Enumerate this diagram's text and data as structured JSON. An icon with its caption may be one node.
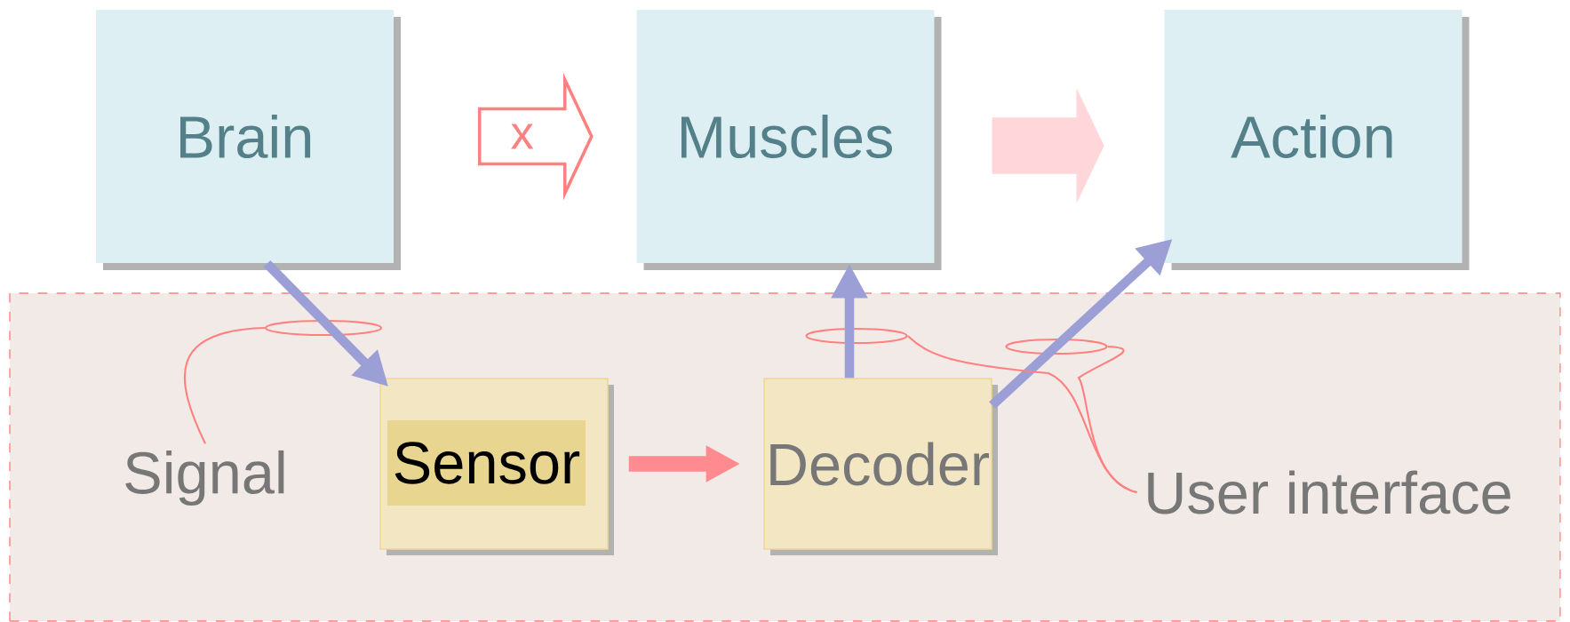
{
  "diagram": {
    "nodes": [
      {
        "text": [
          "Brain"
        ]
      },
      {
        "text": [
          "Muscles"
        ]
      },
      {
        "text": [
          "Action"
        ]
      },
      {
        "text": [],
        "shape": "box"
      },
      {
        "text": [
          "Sensor"
        ],
        "in": 3
      },
      {
        "text": [
          "Decoder"
        ],
        "in": 3
      },
      {
        "text": [
          "Signal"
        ],
        "in": 3
      },
      {
        "text": [
          "User interface"
        ],
        "in": 3
      },
      {
        "text": [],
        "shape": "ellipse",
        "in": 3
      },
      {
        "text": [],
        "shape": "ellipse",
        "in": 3
      },
      {
        "text": [],
        "shape": "ellipse",
        "in": 3
      }
    ],
    "edges": [
      {
        "from": 0,
        "to": 1,
        "arrow": "to",
        "label": "x",
        "color": "#ff8080"
      },
      {
        "from": 1,
        "to": 2,
        "arrow": "to",
        "color": "#ffd6d9"
      },
      {
        "from": 0,
        "to": 4,
        "arrow": "to",
        "color": "#9b9fd6"
      },
      {
        "from": 4,
        "to": 5,
        "arrow": "to",
        "color": "#ff8a90"
      },
      {
        "from": 5,
        "to": 1,
        "arrow": "to",
        "color": "#9b9fd6"
      },
      {
        "from": 5,
        "to": 2,
        "arrow": "to",
        "color": "#9b9fd6"
      },
      {
        "from": 6,
        "to": 8,
        "arrow": "none",
        "color": "#ff8080"
      },
      {
        "from": 7,
        "to": 9,
        "arrow": "none",
        "color": "#ff8080"
      },
      {
        "from": 7,
        "to": 10,
        "arrow": "none",
        "color": "#ff8080"
      }
    ]
  }
}
